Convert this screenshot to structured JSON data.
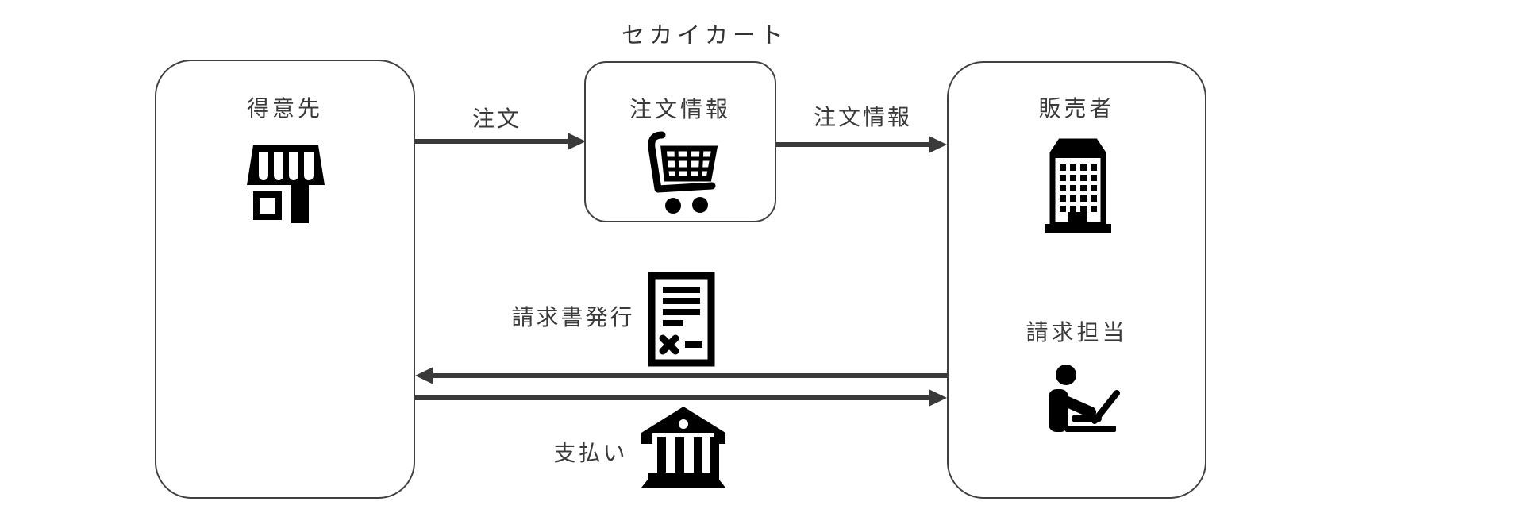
{
  "title": "セカイカート",
  "colors": {
    "background": "#ffffff",
    "node_border": "#404040",
    "node_fill": "#ffffff",
    "arrow": "#3a3a3a",
    "text": "#3a3a3a",
    "icon": "#000000"
  },
  "nodes": {
    "customer": {
      "label": "得意先",
      "icon": "storefront-icon"
    },
    "order_info": {
      "label": "注文情報",
      "icon": "shopping-cart-icon"
    },
    "seller": {
      "label": "販売者",
      "icon": "office-building-icon"
    },
    "billing_staff": {
      "label": "請求担当",
      "icon": "person-laptop-icon"
    }
  },
  "flows": {
    "order": {
      "label": "注文",
      "from": "customer",
      "to": "order_info",
      "direction": "right"
    },
    "order_info": {
      "label": "注文情報",
      "from": "order_info",
      "to": "seller",
      "direction": "right"
    },
    "invoice": {
      "label": "請求書発行",
      "from": "seller",
      "to": "customer",
      "direction": "left",
      "icon": "invoice-document-icon"
    },
    "payment": {
      "label": "支払い",
      "from": "customer",
      "to": "seller",
      "direction": "right",
      "icon": "bank-icon"
    }
  }
}
